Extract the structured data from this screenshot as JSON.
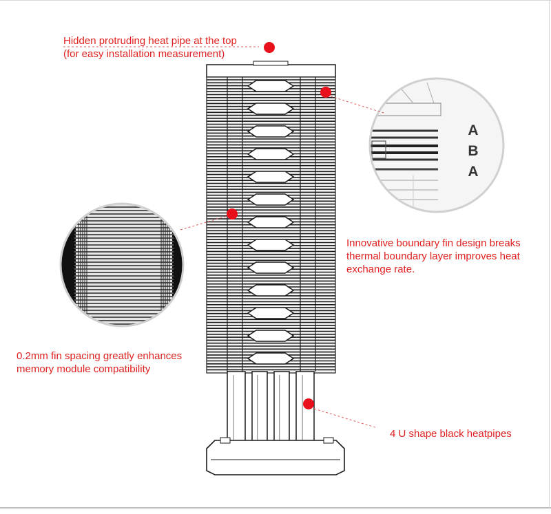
{
  "callouts": {
    "top_heatpipe": {
      "line1": "Hidden protruding heat pipe at the top",
      "line2": "(for easy installation measurement)"
    },
    "boundary_fin": {
      "line1": "Innovative boundary fin design breaks",
      "line2": "thermal boundary layer improves heat",
      "line3": "exchange rate."
    },
    "fin_spacing": {
      "line1": "0.2mm fin spacing greatly enhances",
      "line2": "memory module compatibility"
    },
    "heatpipes": {
      "line1": "4 U shape black heatpipes"
    }
  },
  "fin_pattern_letters": [
    "A",
    "B",
    "A"
  ],
  "colors": {
    "callout_text": "#e02020",
    "marker_dot": "#e8101a",
    "line_art": "#1a1a1a",
    "pattern_letters": "#333333"
  }
}
